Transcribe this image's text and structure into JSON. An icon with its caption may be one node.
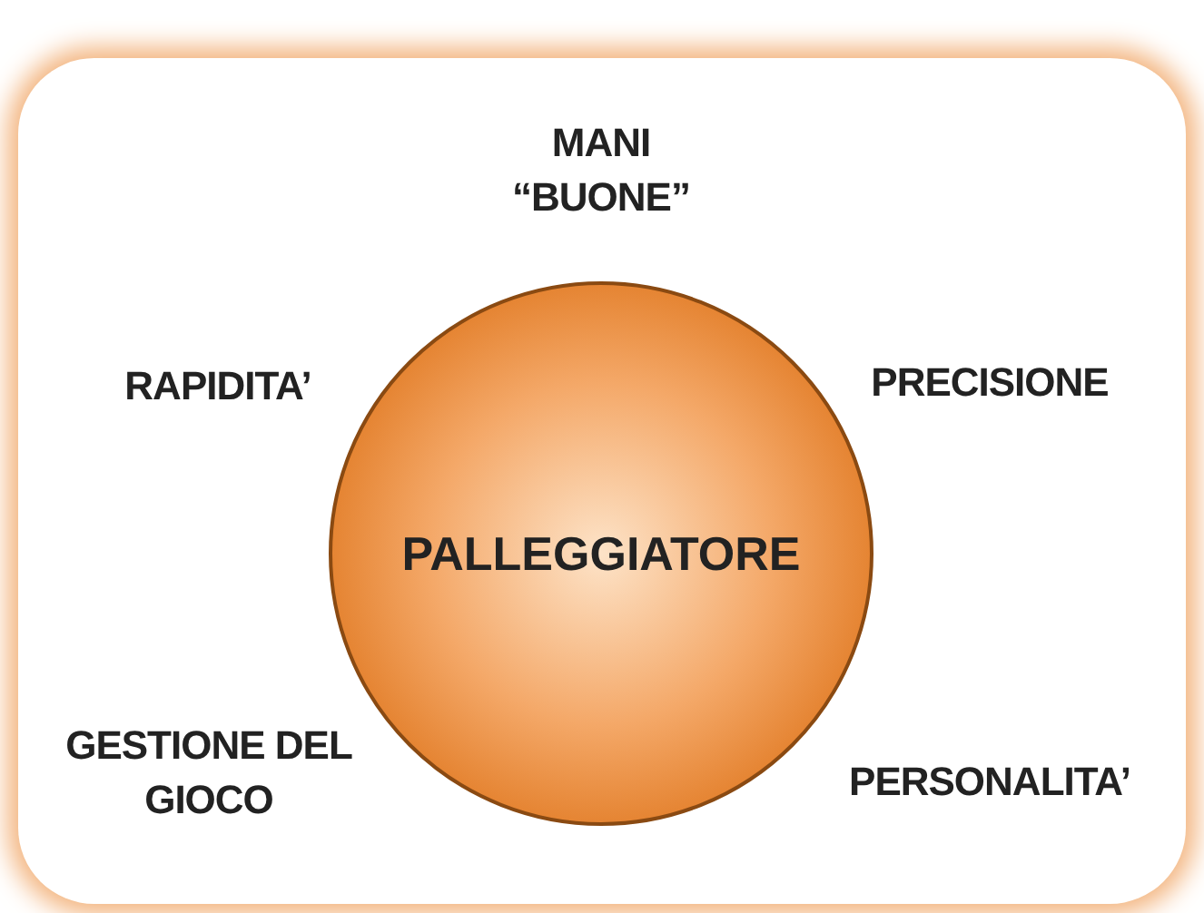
{
  "diagram": {
    "nodes": [
      {
        "text": [
          "PALLEGGIATORE"
        ]
      }
    ],
    "labels": [
      "MANI “BUONE”",
      "RAPIDITA’",
      "PRECISIONE",
      "GESTIONE DEL GIOCO",
      "PERSONALITA’"
    ]
  }
}
